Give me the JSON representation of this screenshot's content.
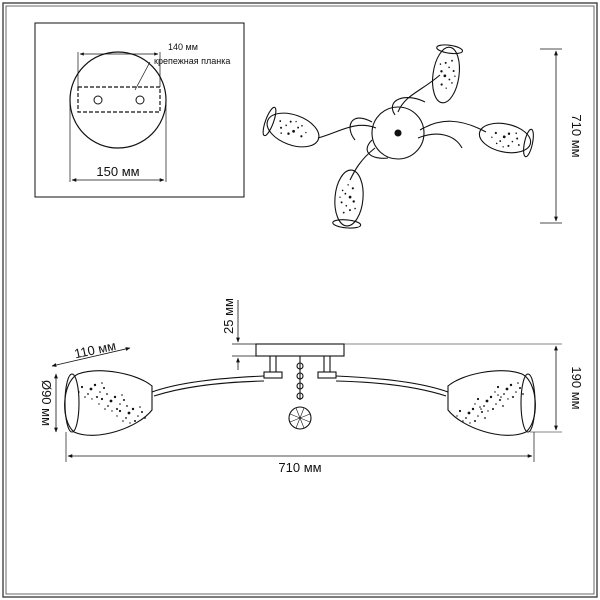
{
  "mount": {
    "plate_width": "150 мм",
    "bracket_length": "140 мм",
    "bracket_label": "крепежная планка"
  },
  "top_view": {
    "span": "710 мм"
  },
  "side_view": {
    "stem_height": "25 мм",
    "total_height": "190 мм",
    "total_width": "710 мм",
    "shade_length": "110 мм",
    "shade_diameter": "Ø90 мм"
  },
  "colors": {
    "line": "#111111",
    "frame": "#444444"
  }
}
